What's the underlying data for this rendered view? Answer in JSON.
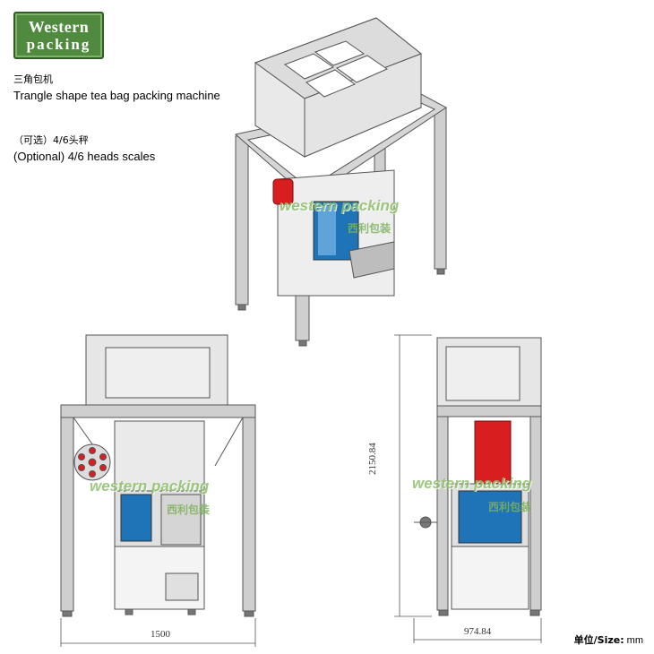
{
  "logo": {
    "line1": "Western",
    "line2": "packing"
  },
  "heading": {
    "title_cn": "三角包机",
    "title_en": "Trangle shape tea bag packing machine",
    "option_cn": "（可选）4/6头秤",
    "option_en": "(Optional) 4/6 heads scales"
  },
  "watermark": {
    "en": "western packing",
    "cn": "西利包装"
  },
  "dimensions": {
    "width": "1500",
    "height": "2150.84",
    "depth": "974.84"
  },
  "units": {
    "label_cn": "单位/Size:",
    "value": "mm"
  },
  "colors": {
    "frame": "#c8c8c8",
    "steel": "#e6e6e6",
    "film": "#d81e1e",
    "panel": "#1f73b7",
    "watermark": "#8cc06a"
  }
}
